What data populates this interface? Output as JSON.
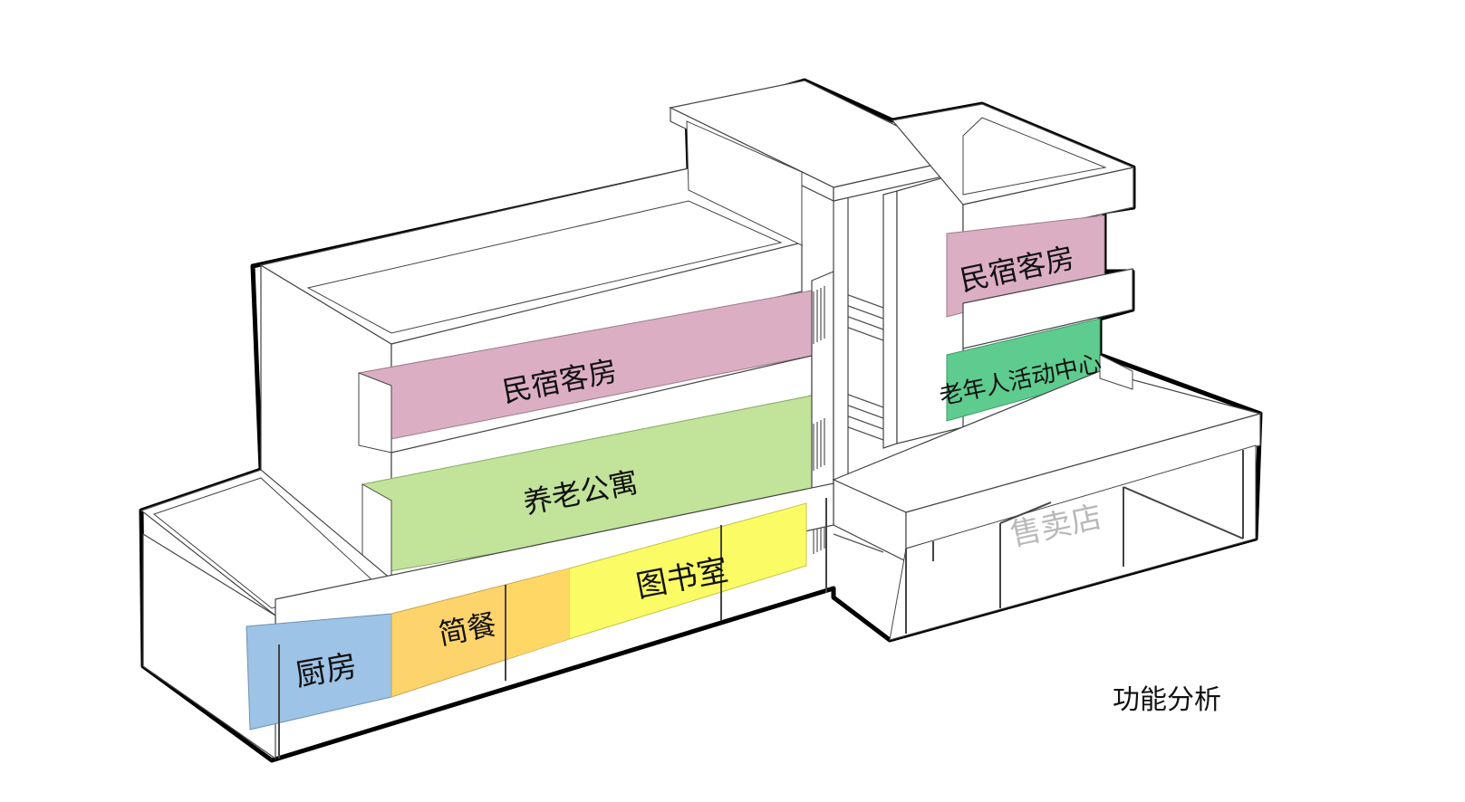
{
  "caption": "功能分析",
  "zones": [
    {
      "id": "guest-rooms-main",
      "label": "民宿客房",
      "color": "#dcaec4"
    },
    {
      "id": "guest-rooms-east",
      "label": "民宿客房",
      "color": "#dcaec4"
    },
    {
      "id": "senior-apartment",
      "label": "养老公寓",
      "color": "#c2e39a"
    },
    {
      "id": "senior-activity-center",
      "label": "老年人活动中心",
      "color": "#5ecc8e"
    },
    {
      "id": "library",
      "label": "图书室",
      "color": "#fbfb66"
    },
    {
      "id": "light-meal",
      "label": "简餐",
      "color": "#fdd36c"
    },
    {
      "id": "kitchen",
      "label": "厨房",
      "color": "#9dc3e6"
    },
    {
      "id": "shop",
      "label": "售卖店",
      "color": "#b9b9b9"
    }
  ]
}
